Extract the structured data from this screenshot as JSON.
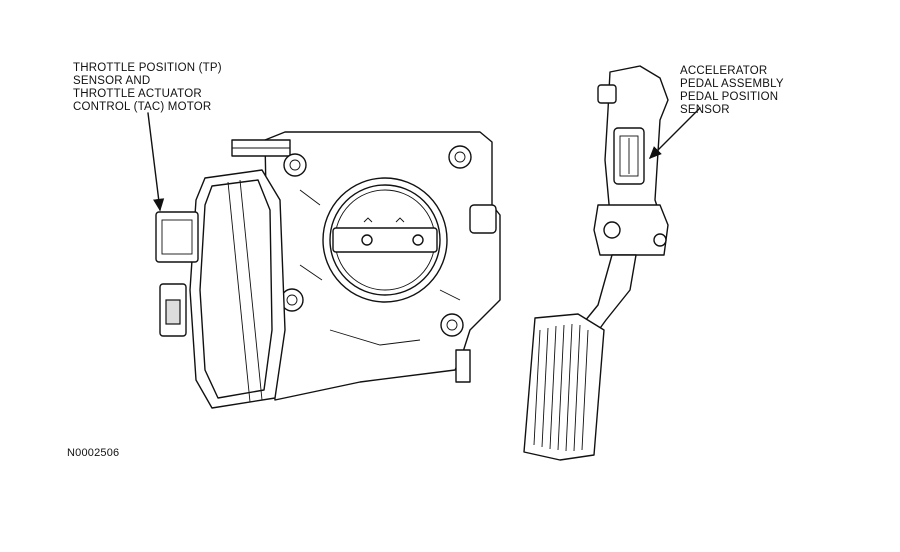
{
  "labels": {
    "tp_sensor": "THROTTLE POSITION (TP)\nSENSOR AND\nTHROTTLE ACTUATOR\nCONTROL (TAC) MOTOR",
    "app_sensor": "ACCELERATOR\nPEDAL ASSEMBLY\nPEDAL POSITION\nSENSOR",
    "figure_id": "N0002506"
  }
}
